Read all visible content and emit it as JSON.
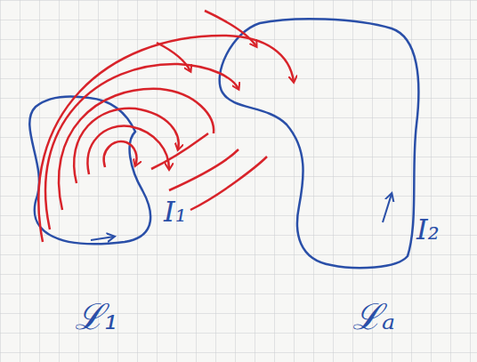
{
  "diagram": {
    "labels": [
      "I₁",
      "I₂",
      "ℒ₁",
      "ℒₐ"
    ]
  }
}
